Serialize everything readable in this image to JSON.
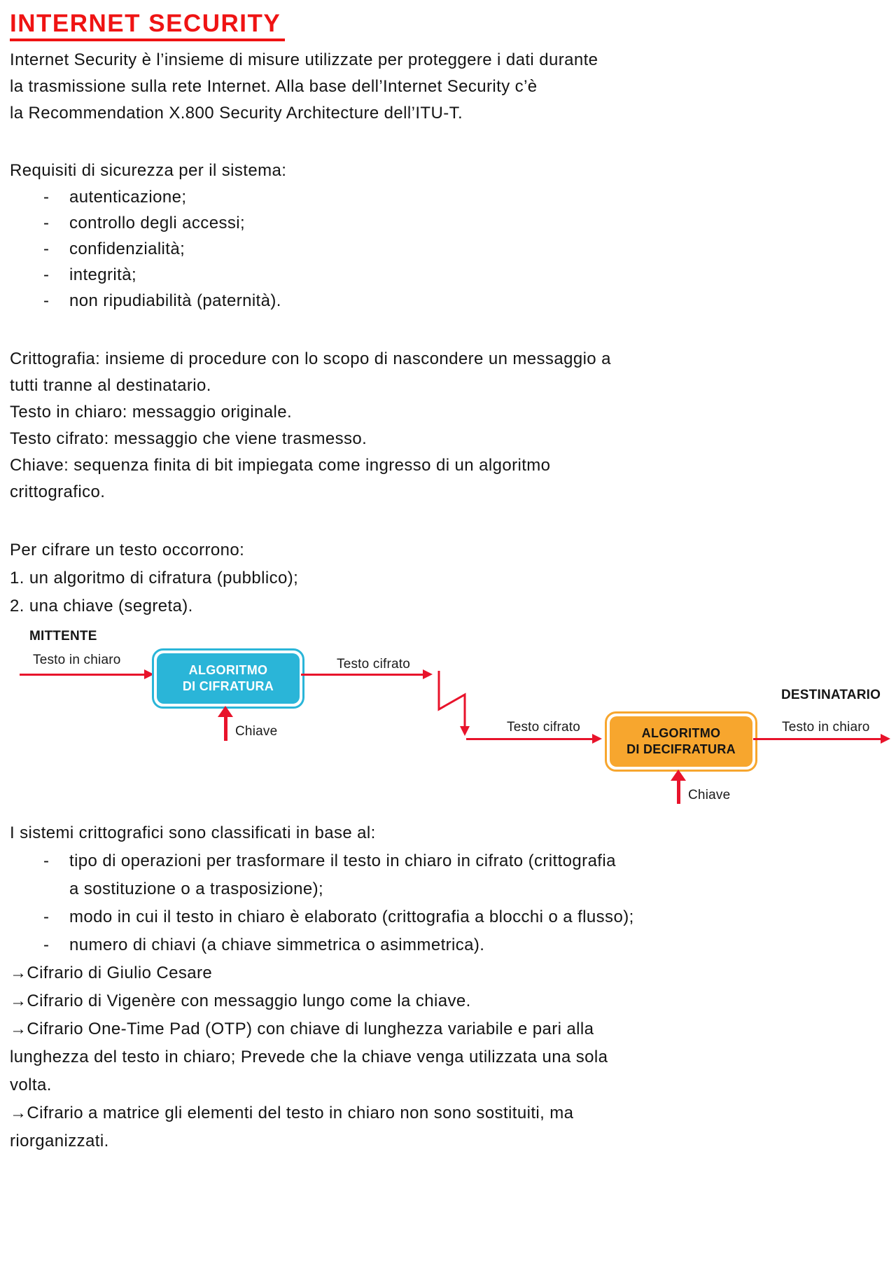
{
  "page": {
    "title": "INTERNET SECURITY",
    "intro": "Internet Security è l’insieme di misure  utilizzate per proteggere i dati durante\nla trasmissione sulla rete Internet. Alla base dell’Internet Security c’è\nla Recommendation X.800 Security Architecture dell’ITU-T."
  },
  "bullets": {
    "dash": "-"
  },
  "requirements": {
    "heading": "Requisiti di sicurezza per il sistema:",
    "items": [
      "autenticazione;",
      "controllo degli accessi;",
      "confidenzialità;",
      "integrità;",
      "non ripudiabilità (paternità)."
    ]
  },
  "definitions": "Crittografia: insieme di procedure con lo scopo  di nascondere un messaggio a\ntutti tranne al destinatario.\nTesto in chiaro: messaggio originale.\nTesto cifrato: messaggio che viene trasmesso.\nChiave: sequenza finita di bit impiegata come ingresso di un algoritmo\ncrittografico.",
  "encryption_needs": {
    "heading": "Per cifrare un testo occorrono:",
    "items": [
      "1. un algoritmo di cifratura (pubblico);",
      "2. una chiave (segreta)."
    ]
  },
  "diagram": {
    "sender_label": "MITTENTE",
    "receiver_label": "DESTINATARIO",
    "plaintext_in_label": "Testo in chiaro",
    "ciphertext_out_label": "Testo cifrato",
    "ciphertext_in_label": "Testo cifrato",
    "plaintext_out_label": "Testo in chiaro",
    "encrypt_box_label": "ALGORITMO\nDI CIFRATURA",
    "decrypt_box_label": "ALGORITMO\nDI DECIFRATURA",
    "key_label_encrypt": "Chiave",
    "key_label_decrypt": "Chiave",
    "colors": {
      "title_red": "#ef1313",
      "arrow_red": "#e8132b",
      "encrypt_box_fill": "#2ab5d8",
      "encrypt_box_text": "#ffffff",
      "decrypt_box_fill": "#f7a62e",
      "decrypt_box_text": "#141414"
    }
  },
  "classification": {
    "heading": "I sistemi crittografici sono classificati in base al:",
    "items": [
      "tipo di operazioni per trasformare il testo in chiaro  in cifrato (crittografia\na sostituzione o a trasposizione);",
      "modo in cui il testo in chiaro è elaborato (crittografia a blocchi o a flusso);",
      "numero di chiavi (a chiave simmetrica o asimmetrica)."
    ]
  },
  "ciphers": [
    "→Cifrario di Giulio Cesare",
    "→Cifrario di Vigenère con messaggio lungo come la chiave.",
    "→Cifrario One-Time Pad (OTP) con chiave di lunghezza variabile e pari alla\nlunghezza del testo in chiaro;  Prevede che la chiave venga utilizzata una sola\nvolta.",
    "→Cifrario a matrice gli elementi del testo in chiaro non sono sostituiti, ma\nriorganizzati."
  ]
}
